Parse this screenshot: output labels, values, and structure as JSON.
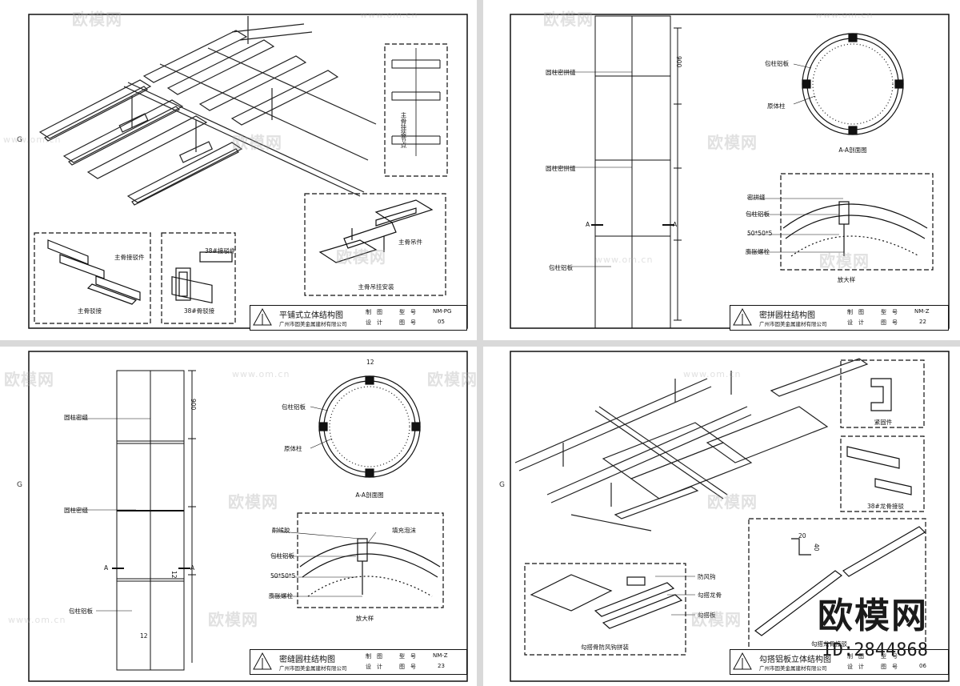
{
  "sheets": [
    {
      "title": "平铺式立体结构图",
      "company": "广州市固美金属建材有限公司",
      "fields": {
        "r1a": "制　图",
        "r1b": "型　号",
        "r1c": "NM-PG",
        "r2a": "设　计",
        "r2b": "图　号",
        "r2c": "05"
      },
      "labels": {
        "detail_node": "主骨挂装节点",
        "main_joint": "主骨接驳件",
        "main_conn": "主骨驳接",
        "conn38_piece": "38#接驳件",
        "conn38": "38#骨驳接",
        "main_hanger": "主骨吊件",
        "main_hang": "主骨吊挂安装"
      }
    },
    {
      "title": "密拼圆柱结构图",
      "company": "广州市固美金属建材有限公司",
      "fields": {
        "r1a": "制　图",
        "r1b": "型　号",
        "r1c": "NM-Z",
        "r2a": "设　计",
        "r2b": "图　号",
        "r2c": "22"
      },
      "labels": {
        "seam1": "圆柱密拼缝",
        "seam2": "圆柱密拼缝",
        "panel": "包柱铝板",
        "a_left": "A",
        "a_right": "A",
        "dim": "900",
        "wrap": "包柱铝板",
        "core": "原体柱",
        "section": "A-A剖面图",
        "seal": "密拼缝",
        "wrap2": "包柱铝板",
        "angle": "50*50*5",
        "bolt": "膨胀螺栓",
        "enlarge": "放大样"
      }
    },
    {
      "title": "密缝圆柱结构图",
      "company": "广州市固美金属建材有限公司",
      "fields": {
        "r1a": "制　图",
        "r1b": "型　号",
        "r1c": "NM-Z",
        "r2a": "设　计",
        "r2b": "图　号",
        "r2c": "23"
      },
      "labels": {
        "seam1": "圆柱密缝",
        "seam2": "圆柱密缝",
        "panel": "包柱铝板",
        "a_left": "A",
        "a_right": "A",
        "dim": "900",
        "d12a": "12",
        "d12b": "12",
        "d12c": "12",
        "wrap": "包柱铝板",
        "core": "原体柱",
        "section": "A-A剖面图",
        "glue": "耐候胶",
        "foam": "填充泡沫",
        "wrap2": "包柱铝板",
        "angle": "50*50*5",
        "bolt": "膨胀螺栓",
        "enlarge": "放大样"
      }
    },
    {
      "title": "勾搭铝板立体结构图",
      "company": "广州市固美金属建材有限公司",
      "fields": {
        "r1a": "制　图",
        "r1b": "型　号",
        "r1c": "",
        "r2a": "设　计",
        "r2b": "图　号",
        "r2c": "06"
      },
      "labels": {
        "clamp": "紧固件",
        "conn38": "38#龙骨接驳",
        "windproof": "防风钩",
        "hook_keel": "勾搭龙骨",
        "hook_panel": "勾搭板",
        "wind_install": "勾搭骨防风钩拼装",
        "keel_conn": "勾搭龙骨接驳",
        "d20": "20",
        "d40": "40"
      }
    }
  ],
  "watermark": {
    "text": "欧模网",
    "url": "www.om.cn"
  },
  "brand": {
    "name": "欧模网",
    "id": "ID:2844868"
  },
  "side_tag": "G"
}
